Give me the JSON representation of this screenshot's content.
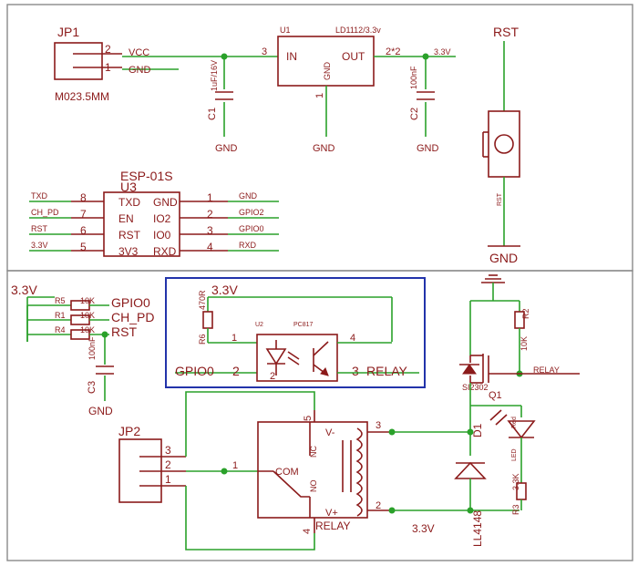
{
  "jp1": {
    "name": "JP1",
    "pin2": "2",
    "pin1": "1",
    "net_vcc": "VCC",
    "net_gnd": "GND",
    "value": "M023.5MM"
  },
  "u1": {
    "name": "U1",
    "part": "LD1112/3.3v",
    "in_num": "3",
    "in_label": "IN",
    "gnd_label": "GND",
    "out_label": "OUT",
    "out_num": "2*2",
    "gnd_num": "1",
    "out_net": "3.3V",
    "gnd_net": "GND"
  },
  "c1": {
    "name": "C1",
    "value": "1uF/16V",
    "gnd": "GND"
  },
  "c2": {
    "name": "C2",
    "value": "100nF",
    "gnd": "GND"
  },
  "rst_switch": {
    "label": "RST",
    "net_label": "RST",
    "gnd": "GND"
  },
  "u3": {
    "title": "ESP-01S",
    "name": "U3",
    "left": [
      {
        "net": "TXD",
        "num": "8",
        "pin": "TXD"
      },
      {
        "net": "CH_PD",
        "num": "7",
        "pin": "EN"
      },
      {
        "net": "RST",
        "num": "6",
        "pin": "RST"
      },
      {
        "net": "3.3V",
        "num": "5",
        "pin": "3V3"
      }
    ],
    "right": [
      {
        "pin": "GND",
        "num": "1",
        "net": "GND"
      },
      {
        "pin": "IO2",
        "num": "2",
        "net": "GPIO2"
      },
      {
        "pin": "IO0",
        "num": "3",
        "net": "GPIO0"
      },
      {
        "pin": "RXD",
        "num": "4",
        "net": "RXD"
      }
    ]
  },
  "pullups": {
    "supply": "3.3V",
    "rows": [
      {
        "ref": "R5",
        "value": "10K",
        "net": "GPIO0"
      },
      {
        "ref": "R1",
        "value": "10K",
        "net": "CH_PD"
      },
      {
        "ref": "R4",
        "value": "10K",
        "net": "RST"
      }
    ],
    "c3": {
      "name": "C3",
      "value": "100nF",
      "gnd": "GND"
    }
  },
  "opto": {
    "supply": "3.3V",
    "r6_ref": "R6",
    "r6_value": "470R",
    "u2": "U2",
    "part": "PC817",
    "pin1": "1",
    "pin2": "2",
    "pin3": "3",
    "pin4": "4",
    "in_net": "GPIO0",
    "out_net": "RELAY"
  },
  "jp2": {
    "name": "JP2",
    "pin3": "3",
    "pin2": "2",
    "pin1": "1"
  },
  "relay": {
    "name": "RELAY",
    "com_num": "1",
    "com_label": "COM",
    "nc_num": "5",
    "nc_label": "NC",
    "no_label": "NO",
    "no_num": "4",
    "vminus": "V-",
    "vplus": "V+",
    "coil_num3": "3",
    "coil_num2": "2"
  },
  "driver": {
    "r2_ref": "R2",
    "r2_value": "10K",
    "q1_ref": "Q1",
    "q1_part": "SI2302",
    "relay_net": "RELAY",
    "d1_ref": "D1",
    "d1_part": "LL4148",
    "led_ref": "LED",
    "led_color": "Red",
    "r3_ref": "R3",
    "r3_value": "3.3K",
    "supply_bottom": "3.3V"
  }
}
